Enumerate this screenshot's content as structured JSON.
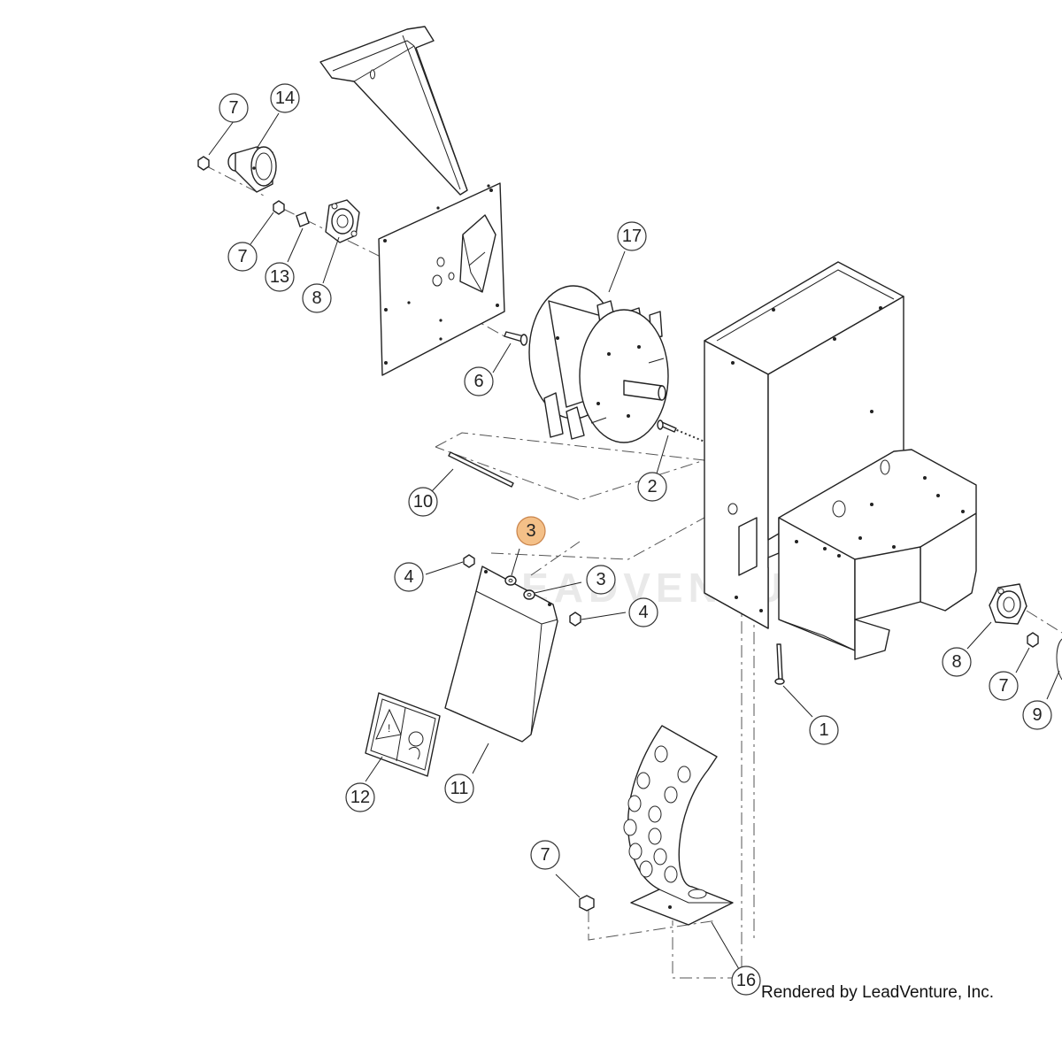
{
  "diagram": {
    "watermark": "LEADVENTURE",
    "credit": "Rendered by LeadVenture, Inc.",
    "highlighted_callout": "3",
    "callouts": [
      "7",
      "14",
      "7",
      "13",
      "8",
      "17",
      "6",
      "2",
      "10",
      "3",
      "3",
      "4",
      "4",
      "1",
      "8",
      "7",
      "9",
      "11",
      "12",
      "7",
      "16"
    ]
  }
}
